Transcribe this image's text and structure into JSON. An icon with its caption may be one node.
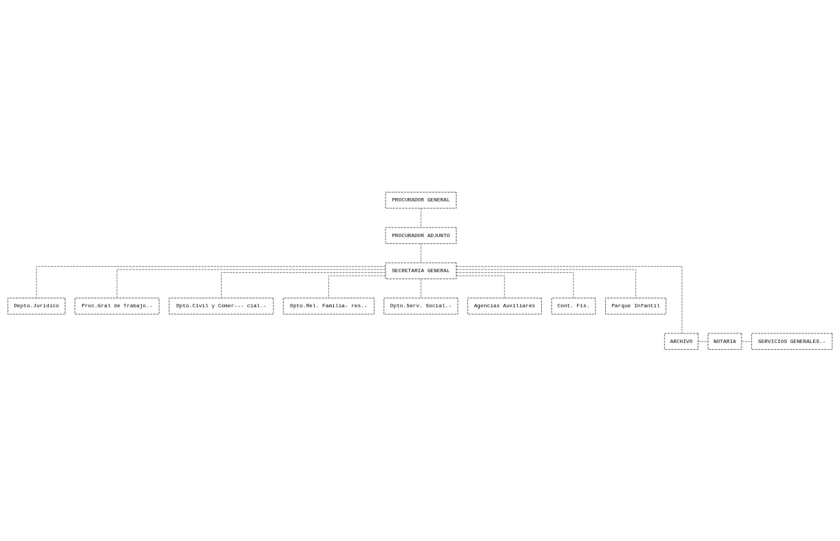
{
  "diagram": {
    "nodes": [
      {
        "text": [
          "PROCURADOR GENERAL"
        ]
      },
      {
        "text": [
          "PROCURADOR ADJUNTO"
        ]
      },
      {
        "text": [
          "SECRETARIA GENERAL"
        ]
      },
      {
        "text": [
          "Depto.Juridico"
        ]
      },
      {
        "text": [
          "Proc.Gral de Trabajo.-"
        ]
      },
      {
        "text": [
          "Dpto.Civil y Comer--- cial.-"
        ]
      },
      {
        "text": [
          "Dpto.Rel. Familia- res.-"
        ]
      },
      {
        "text": [
          "Dpto.Serv. Social.-"
        ]
      },
      {
        "text": [
          "Agencias Auxiliares"
        ]
      },
      {
        "text": [
          "Cont. Fis."
        ]
      },
      {
        "text": [
          "Parque Infantil"
        ]
      },
      {
        "text": [
          "ARCHIVO"
        ]
      },
      {
        "text": [
          "NOTARIA"
        ]
      },
      {
        "text": [
          "SERVICIOS GENERALES.-"
        ]
      }
    ],
    "edges": [
      {
        "from": 0,
        "to": 1,
        "arrow": "none",
        "style": "dashed"
      },
      {
        "from": 1,
        "to": 2,
        "arrow": "none",
        "style": "dashed"
      },
      {
        "from": 2,
        "to": 3,
        "arrow": "none",
        "style": "dashed"
      },
      {
        "from": 2,
        "to": 4,
        "arrow": "none",
        "style": "dashed"
      },
      {
        "from": 2,
        "to": 5,
        "arrow": "none",
        "style": "dashed"
      },
      {
        "from": 2,
        "to": 6,
        "arrow": "none",
        "style": "dashed"
      },
      {
        "from": 2,
        "to": 7,
        "arrow": "none",
        "style": "dashed"
      },
      {
        "from": 2,
        "to": 8,
        "arrow": "none",
        "style": "dashed"
      },
      {
        "from": 2,
        "to": 9,
        "arrow": "none",
        "style": "dashed"
      },
      {
        "from": 2,
        "to": 10,
        "arrow": "none",
        "style": "dashed"
      },
      {
        "from": 2,
        "to": 11,
        "arrow": "none",
        "style": "dashed"
      },
      {
        "from": 11,
        "to": 12,
        "arrow": "none",
        "style": "dashed"
      },
      {
        "from": 12,
        "to": 13,
        "arrow": "none",
        "style": "dashed"
      }
    ]
  }
}
